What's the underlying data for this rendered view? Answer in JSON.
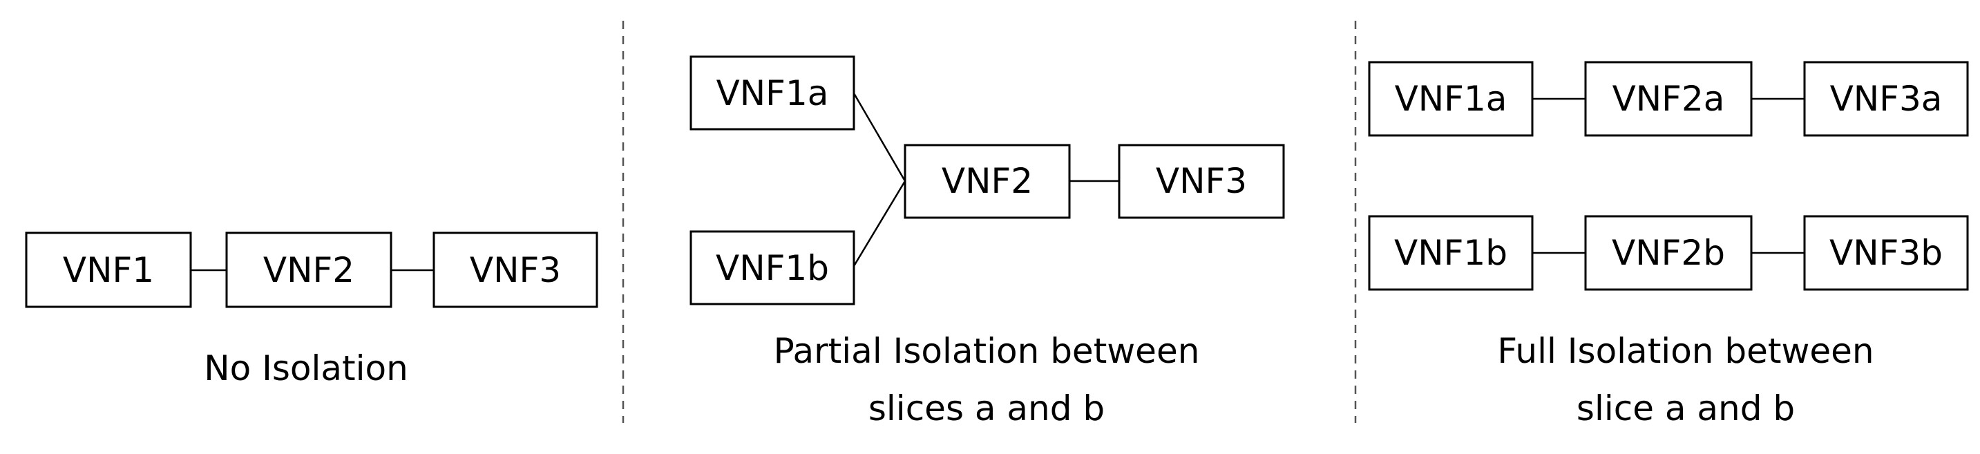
{
  "panels": [
    {
      "boxes": [
        "VNF1",
        "VNF2",
        "VNF3"
      ],
      "caption": [
        "No Isolation"
      ]
    },
    {
      "boxes": [
        "VNF1a",
        "VNF1b",
        "VNF2",
        "VNF3"
      ],
      "caption": [
        "Partial Isolation between",
        "slices a and b"
      ]
    },
    {
      "boxes": [
        "VNF1a",
        "VNF2a",
        "VNF3a",
        "VNF1b",
        "VNF2b",
        "VNF3b"
      ],
      "caption": [
        "Full Isolation between",
        "slice a and b"
      ]
    }
  ]
}
